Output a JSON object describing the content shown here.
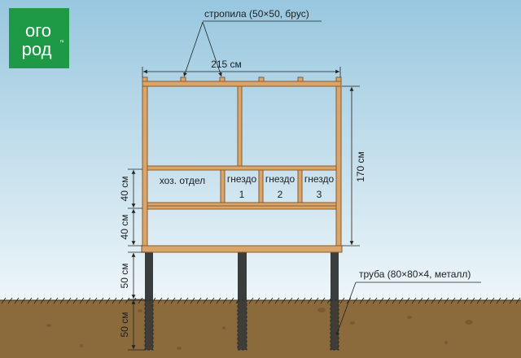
{
  "logo": {
    "line1": "ого",
    "line2": "род",
    "suffix": "ru"
  },
  "labels": {
    "rafters": "стропила (50×50, брус)",
    "pipe": "труба (80×80×4, металл)",
    "utility": "хоз. отдел",
    "nests": [
      {
        "word": "гнездо",
        "num": "1"
      },
      {
        "word": "гнездо",
        "num": "2"
      },
      {
        "word": "гнездо",
        "num": "3"
      }
    ]
  },
  "dimensions": {
    "width": "215 см",
    "height": "170 см",
    "nest_row": "40 см",
    "lower_row": "40 см",
    "above_ground": "50 см",
    "below_ground": "50 см"
  },
  "colors": {
    "logo_green": "#1e9a47",
    "wood": "#d9a56b",
    "soil": "#8b6a3c",
    "pipe": "#3a3d3e"
  }
}
